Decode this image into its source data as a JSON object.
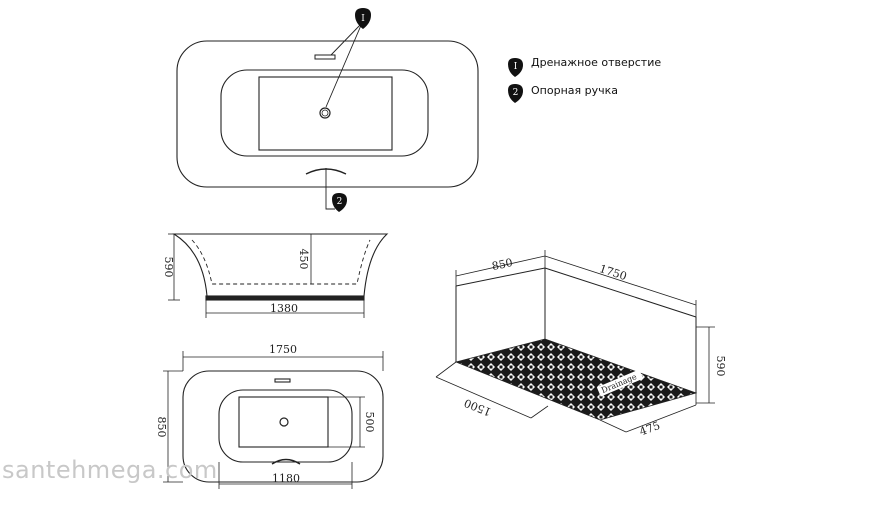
{
  "legend": {
    "items": [
      {
        "num": "1",
        "label": "Дренажное отверстие"
      },
      {
        "num": "2",
        "label": "Опорная ручка"
      }
    ]
  },
  "side_view": {
    "height": "590",
    "inner_depth": "450",
    "base_width": "1380"
  },
  "bottom_plan": {
    "length": "1750",
    "width": "850",
    "inner_width": "1180",
    "inner_height": "500"
  },
  "iso_view": {
    "width": "850",
    "length": "1750",
    "height": "590",
    "diag": "1500",
    "drain_offset": "475",
    "drain_label": "Drainage"
  },
  "watermark": "santehmega.com"
}
